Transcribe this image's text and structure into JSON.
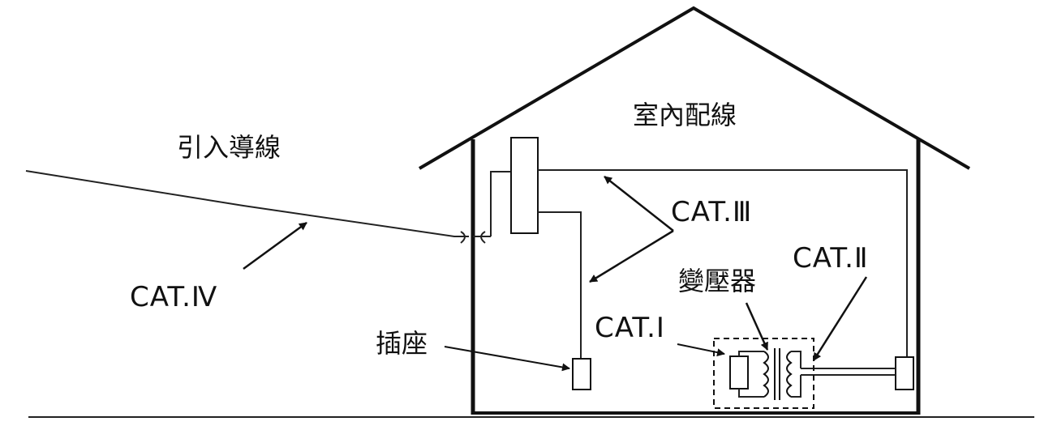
{
  "labels": {
    "service_drop": "引入導線",
    "indoor_wiring": "室內配線",
    "cat_iv": "CAT.Ⅳ",
    "cat_iii": "CAT.Ⅲ",
    "cat_ii": "CAT.Ⅱ",
    "cat_i": "CAT.Ⅰ",
    "transformer": "變壓器",
    "outlet": "插座"
  }
}
